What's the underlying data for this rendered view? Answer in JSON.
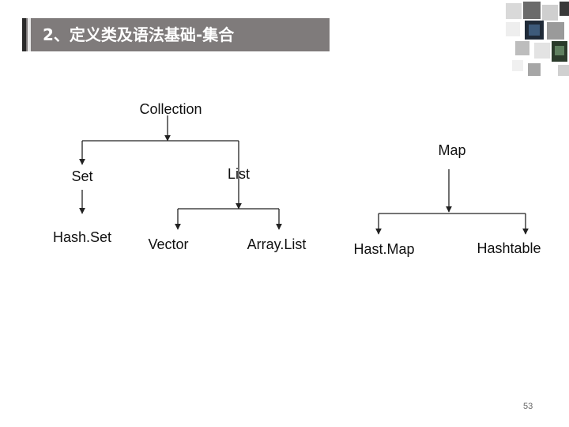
{
  "slide": {
    "title": "2、定义类及语法基础-集合",
    "page_number": "53"
  },
  "diagram": {
    "nodes": {
      "collection": "Collection",
      "map": "Map",
      "set": "Set",
      "list": "List",
      "hashset": "Hash.Set",
      "vector": "Vector",
      "arraylist": "Array.List",
      "hastmap": "Hast.Map",
      "hashtable": "Hashtable"
    },
    "edges": [
      [
        "collection",
        "set"
      ],
      [
        "collection",
        "list"
      ],
      [
        "set",
        "hashset"
      ],
      [
        "list",
        "vector"
      ],
      [
        "list",
        "arraylist"
      ],
      [
        "map",
        "hastmap"
      ],
      [
        "map",
        "hashtable"
      ]
    ]
  },
  "colors": {
    "title_bar": "#7f7b7b",
    "title_text": "#ffffff",
    "line": "#222222"
  }
}
